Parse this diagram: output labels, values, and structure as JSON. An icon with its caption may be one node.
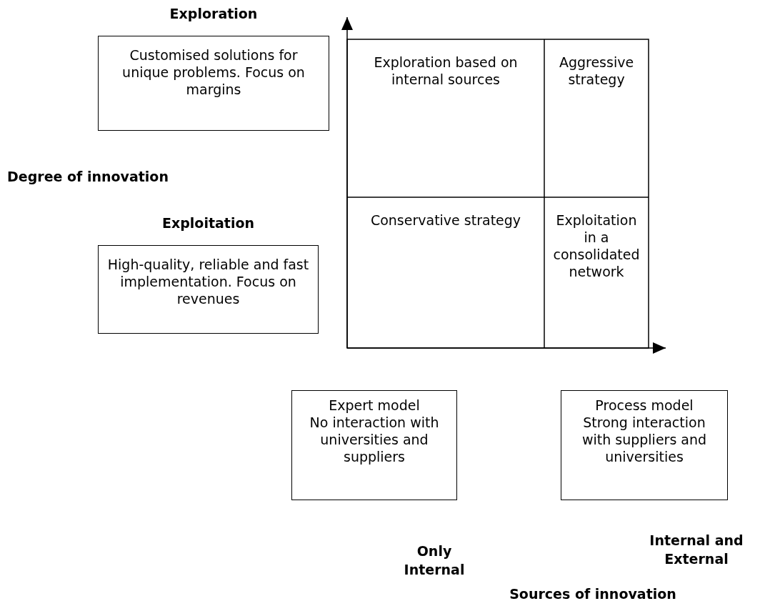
{
  "diagram": {
    "nodes": [
      {
        "text": [
          "Exploration",
          "Customised solutions for unique problems. Focus on margins"
        ]
      },
      {
        "text": [
          "Exploitation",
          "High-quality, reliable and fast implementation. Focus on revenues"
        ]
      },
      {
        "text": [
          "Exploration based on internal sources"
        ]
      },
      {
        "text": [
          "Aggressive strategy"
        ]
      },
      {
        "text": [
          "Conservative strategy"
        ]
      },
      {
        "text": [
          "Exploitation in a consolidated network"
        ]
      },
      {
        "text": [
          "Expert model",
          "No interaction with universities and suppliers"
        ]
      },
      {
        "text": [
          "Process model",
          "Strong interaction with suppliers and universities"
        ]
      }
    ],
    "edges": [],
    "labels": [
      "Degree of innovation",
      "Only Internal",
      "Internal and External",
      "Sources of innovation"
    ]
  }
}
